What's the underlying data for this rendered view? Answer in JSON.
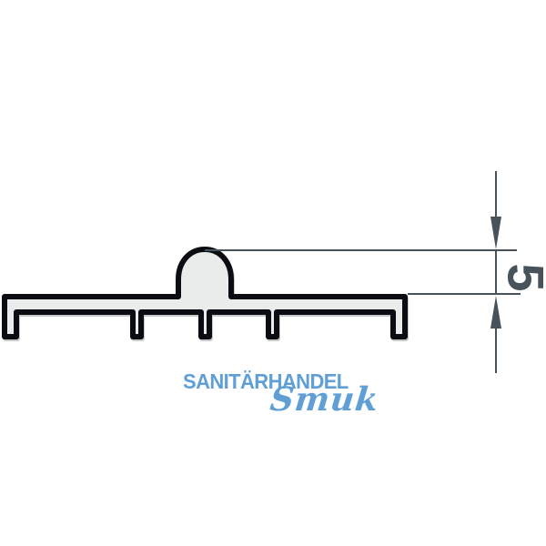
{
  "colors": {
    "background": "#ffffff",
    "profile-fill": "#e8edec",
    "profile-outline": "#0c0c13",
    "dimension": "#47525a",
    "logo-blue": "#5f9fd6"
  },
  "dimension": {
    "value": "5"
  },
  "watermark": {
    "brand": "SANITÄRHANDEL",
    "name": "Smuk"
  }
}
